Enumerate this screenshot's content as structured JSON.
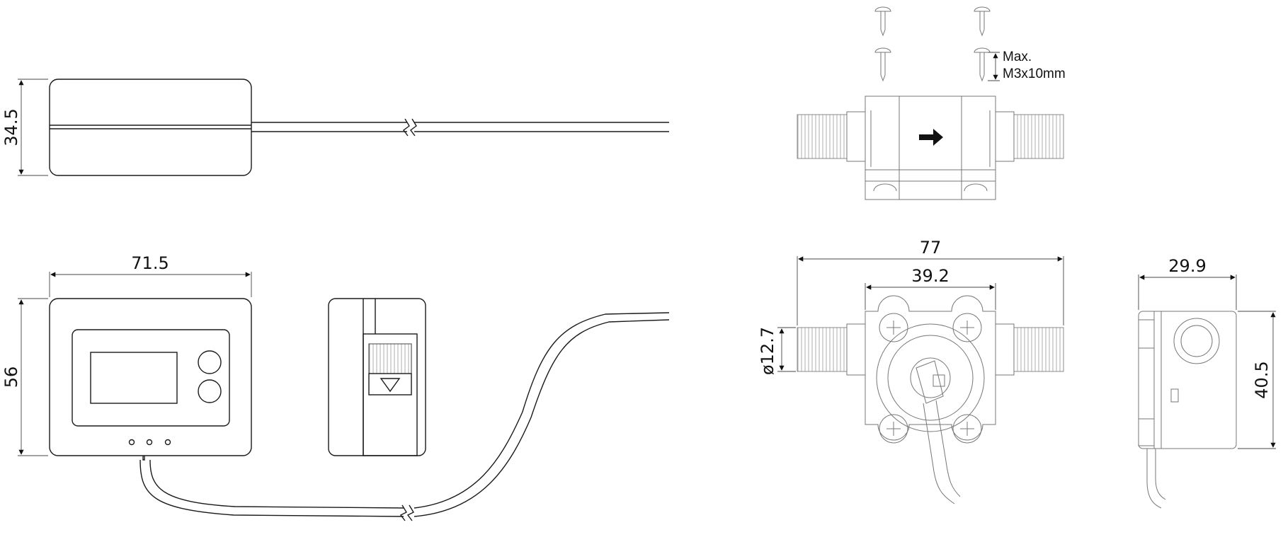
{
  "drawing": {
    "monitor_side": {
      "height_label": "34.5"
    },
    "monitor_front": {
      "width_label": "71.5",
      "height_label": "56"
    },
    "sensor_top": {
      "screw_note_line1": "Max.",
      "screw_note_line2": "M3x10mm"
    },
    "sensor_front": {
      "length_label": "77",
      "body_label": "39.2",
      "diameter_label": "ø12.7"
    },
    "sensor_side": {
      "width_label": "29.9",
      "height_label": "40.5"
    }
  }
}
